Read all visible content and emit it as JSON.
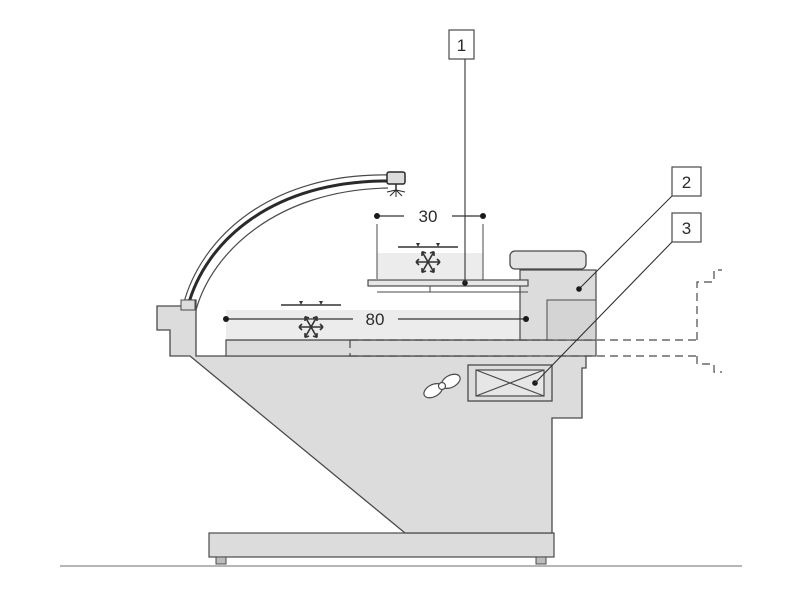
{
  "callouts": [
    {
      "number": "1"
    },
    {
      "number": "2"
    },
    {
      "number": "3"
    }
  ],
  "dimensions": {
    "upper_shelf": "30",
    "lower_tray": "80"
  },
  "icons": {
    "frost_symbol": "snowflake-icon",
    "fan": "fan-icon",
    "spray_nozzle": "spray-nozzle-icon"
  },
  "colors": {
    "body_fill": "#dcdcdc",
    "pan_fill": "#ececec",
    "stroke": "#4a4a4a",
    "line": "#333333"
  }
}
